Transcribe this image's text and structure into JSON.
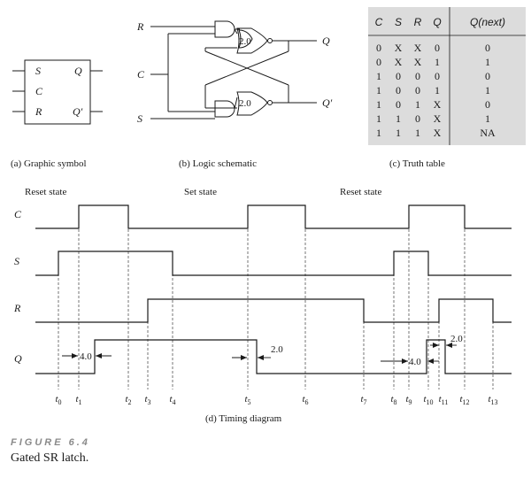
{
  "graphic_symbol": {
    "pins": {
      "s": "S",
      "c": "C",
      "r": "R",
      "q": "Q",
      "qbar": "Q′"
    },
    "caption": "(a)  Graphic symbol"
  },
  "schematic": {
    "inputs": {
      "r": "R",
      "c": "C",
      "s": "S"
    },
    "outputs": {
      "q": "Q",
      "qbar": "Q′"
    },
    "gate_delays": [
      "2.0",
      "2.0"
    ],
    "caption": "(b)  Logic schematic"
  },
  "truth_table": {
    "headers": [
      "C",
      "S",
      "R",
      "Q",
      "Q(next)"
    ],
    "rows": [
      [
        "0",
        "X",
        "X",
        "0",
        "0"
      ],
      [
        "0",
        "X",
        "X",
        "1",
        "1"
      ],
      [
        "1",
        "0",
        "0",
        "0",
        "0"
      ],
      [
        "1",
        "0",
        "0",
        "1",
        "1"
      ],
      [
        "1",
        "0",
        "1",
        "X",
        "0"
      ],
      [
        "1",
        "1",
        "0",
        "X",
        "1"
      ],
      [
        "1",
        "1",
        "1",
        "X",
        "NA"
      ]
    ],
    "caption": "(c)  Truth table"
  },
  "timing": {
    "state_labels": [
      "Reset state",
      "Set state",
      "Reset state"
    ],
    "signals": [
      "C",
      "S",
      "R",
      "Q"
    ],
    "time_marks": [
      "t0",
      "t1",
      "t2",
      "t3",
      "t4",
      "t5",
      "t6",
      "t7",
      "t8",
      "t9",
      "t10",
      "t11",
      "t12",
      "t13"
    ],
    "delay_labels": [
      "4.0",
      "2.0",
      "4.0",
      "2.0"
    ],
    "caption": "(d)  Timing diagram"
  },
  "figure": {
    "label": "FIGURE 6.4",
    "title": "Gated SR latch."
  },
  "colors": {
    "ink": "#1a1a1a",
    "table_bg": "#dcdcdc",
    "figure_label": "#8a8a8a"
  }
}
